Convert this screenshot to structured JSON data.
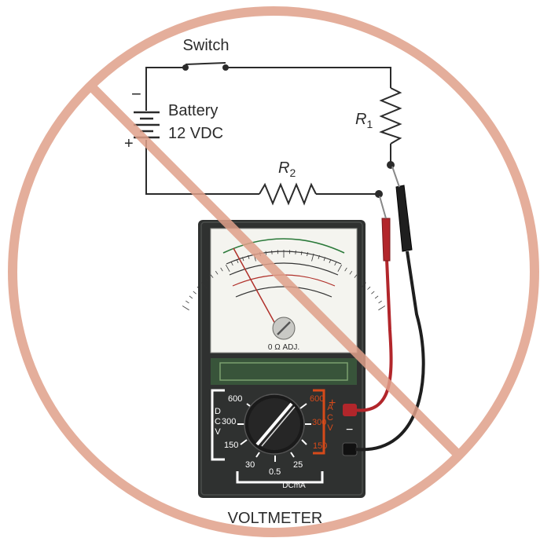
{
  "circuit": {
    "switch_label": "Switch",
    "battery_label": "Battery",
    "battery_voltage": "12 VDC",
    "battery_minus": "−",
    "battery_plus": "+",
    "r1_letter": "R",
    "r1_sub": "1",
    "r2_letter": "R",
    "r2_sub": "2"
  },
  "meter": {
    "title": "VOLTMETER",
    "zero_adj": "0 Ω ADJ.",
    "dcv_letters": [
      "D",
      "C",
      "V"
    ],
    "dcv_ranges": [
      "600",
      "300",
      "150"
    ],
    "acv_letters": [
      "A",
      "C",
      "V"
    ],
    "acv_ranges": [
      "600",
      "300",
      "150"
    ],
    "dcma_ranges": [
      "30",
      "0.5",
      "25"
    ],
    "dcma_label": "DCmA",
    "minus_jack": "−",
    "plus_jack": "+"
  },
  "colors": {
    "prohibition": "#e0a08a",
    "wire": "#2b2b2b",
    "meter_body": "#2f3130",
    "meter_face": "#f4f4ef",
    "acv_accent": "#d64a1a",
    "probe_red": "#b2262b",
    "probe_black": "#1e1e1e"
  }
}
